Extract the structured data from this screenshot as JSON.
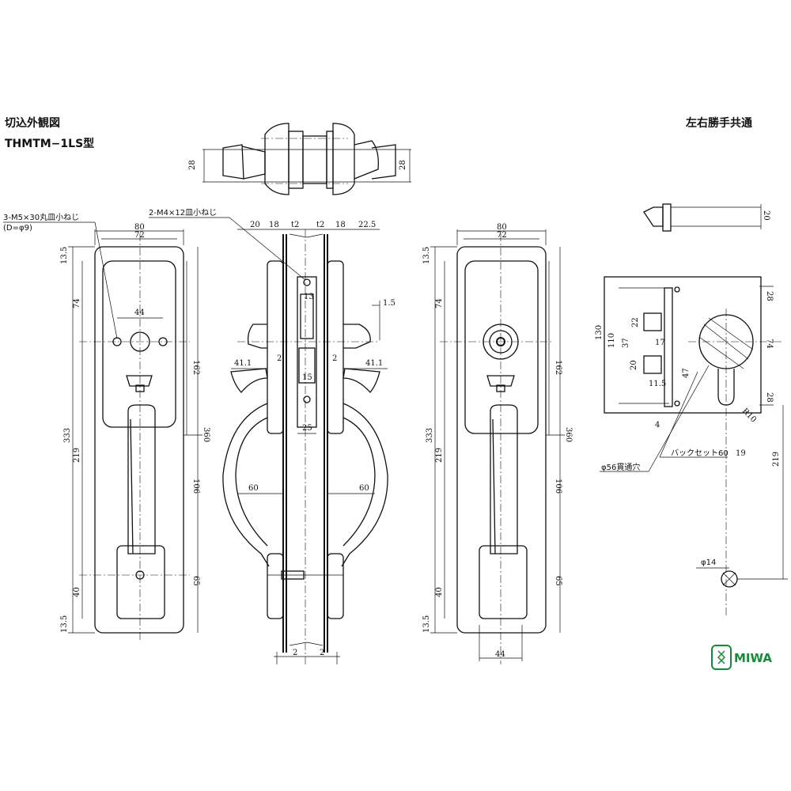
{
  "title": "切込外観図",
  "model": "THMTM−1LS型",
  "hand_note": "左右勝手共通",
  "brand": "MIWA",
  "brand_color": "#1a8a3a",
  "callouts": {
    "screws_front": "3-M5×30丸皿小ねじ",
    "screws_front_sub": "(D=φ9)",
    "screws_side": "2-M4×12皿小ねじ",
    "hole": "φ56貫通穴",
    "backset": "バックセット60",
    "spindle": "φ14"
  },
  "dims": {
    "top": [
      "28",
      "28"
    ],
    "front_left": [
      "80",
      "72",
      "13.5",
      "74",
      "333",
      "219",
      "40",
      "13.5",
      "44",
      "162",
      "360",
      "106",
      "65"
    ],
    "side": [
      "20",
      "18",
      "t2",
      "t2",
      "18",
      "22.5",
      "13",
      "1.5",
      "2",
      "2",
      "41.1",
      "41.1",
      "15",
      "25",
      "60",
      "60",
      "2",
      "2"
    ],
    "front_right": [
      "80",
      "72",
      "13.5",
      "74",
      "333",
      "219",
      "40",
      "13.5",
      "162",
      "360",
      "106",
      "65",
      "44"
    ],
    "case": [
      "20",
      "130",
      "110",
      "37",
      "20",
      "28",
      "74",
      "28",
      "17",
      "22",
      "47",
      "11.5",
      "4",
      "R10",
      "19",
      "219"
    ]
  }
}
